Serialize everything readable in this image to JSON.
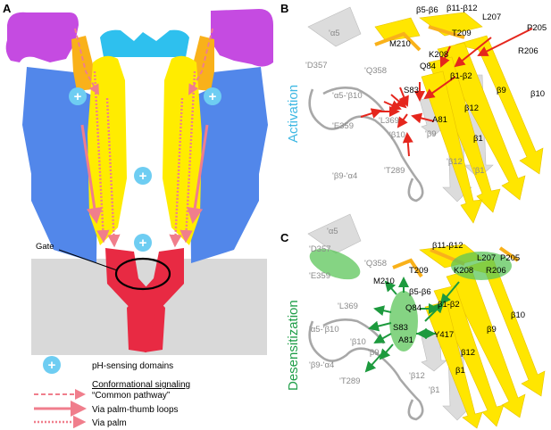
{
  "panels": {
    "a": "A",
    "b": "B",
    "c": "C"
  },
  "panel_a": {
    "gate_label": "Gate",
    "plus_symbol": "+"
  },
  "legend": {
    "ph_sensing": "pH-sensing domains",
    "signaling_title": "Conformational signaling",
    "common_pathway": "“Common pathway”",
    "palm_thumb": "Via  palm-thumb loops",
    "via_palm": "Via palm"
  },
  "panel_b": {
    "side_label": "Activation",
    "labels_black": [
      "β5-β6",
      "β11-β12",
      "L207",
      "T209",
      "P205",
      "M210",
      "K208",
      "Q84",
      "R206",
      "β1-β2",
      "S83",
      "A81"
    ],
    "labels_gray": [
      "'α5",
      "'D357",
      "'Q358",
      "'α5-'β10",
      "'E359",
      "'L369",
      "'β10",
      "'β9",
      "'T289",
      "'β9-'α4",
      "'β12",
      "'β1"
    ],
    "labels_strand": [
      "β9",
      "β10",
      "β12",
      "β1"
    ]
  },
  "panel_c": {
    "side_label": "Desensitization",
    "labels_black": [
      "β11-β12",
      "T209",
      "β5-β6",
      "L207",
      "P205",
      "K208",
      "R206",
      "M210",
      "Q84",
      "β1-β2",
      "S83",
      "A81",
      "Y417"
    ],
    "labels_gray": [
      "'α5",
      "'D357",
      "'Q358",
      "'E359",
      "'L369",
      "'α5-'β10",
      "'β10",
      "'β9",
      "'β9-'α4",
      "'T289",
      "'β12",
      "'β1"
    ],
    "labels_strand": [
      "β9",
      "β10",
      "β12",
      "β1"
    ]
  },
  "colors": {
    "purple": "#c54be1",
    "blue": "#5287ea",
    "cyan": "#2ec0ee",
    "orange": "#f9b11a",
    "yellow": "#ffec00",
    "red": "#e82a43",
    "pink_arrow": "#f07e8c",
    "membrane": "#d9d9d9",
    "act_arrow": "#e5261d",
    "des_arrow": "#1d9a3e",
    "green_blob": "#5cc65a",
    "strand_yellow": "#ffe600",
    "strand_gray": "#dcdcdc"
  }
}
